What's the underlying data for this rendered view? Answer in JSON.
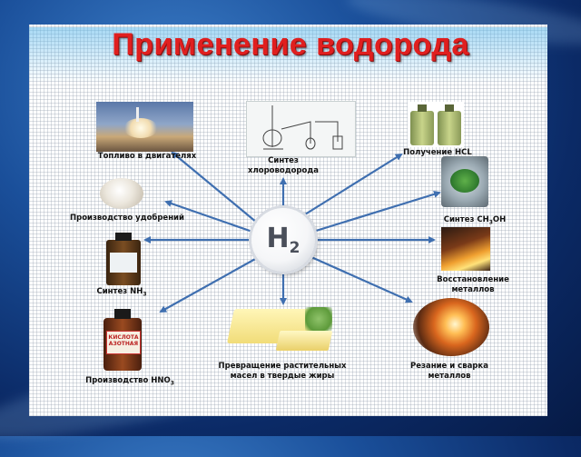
{
  "title": "Применение водорода",
  "center": {
    "symbol": "H",
    "subscript": "2"
  },
  "applications": [
    {
      "id": "fuel",
      "label": "Топливо в двигателях"
    },
    {
      "id": "hcl-synthesis",
      "label_lines": [
        "Синтез",
        "хлороводорода"
      ]
    },
    {
      "id": "hcl-production",
      "label": "Получение HCL"
    },
    {
      "id": "fertilizers",
      "label": "Производство удобрений"
    },
    {
      "id": "methanol",
      "label_prefix": "Синтез CH",
      "label_sub": "3",
      "label_suffix": "OH"
    },
    {
      "id": "ammonia",
      "label_prefix": "Синтез NH",
      "label_sub": "3"
    },
    {
      "id": "metal-reduction",
      "label_lines": [
        "Восстановление",
        "металлов"
      ]
    },
    {
      "id": "nitric-acid",
      "label_prefix": "Производство HNO",
      "label_sub": "3"
    },
    {
      "id": "fats",
      "label_lines": [
        "Превращение растительных",
        "масел в твердые жиры"
      ]
    },
    {
      "id": "cutting",
      "label_lines": [
        "Резание и сварка",
        "металлов"
      ]
    }
  ],
  "bottle_label_text": "КИСЛОТА АЗОТНАЯ",
  "colors": {
    "title": "#e01f1f",
    "arrow": "#3f6fb0",
    "hub": "#4a4f5a"
  }
}
